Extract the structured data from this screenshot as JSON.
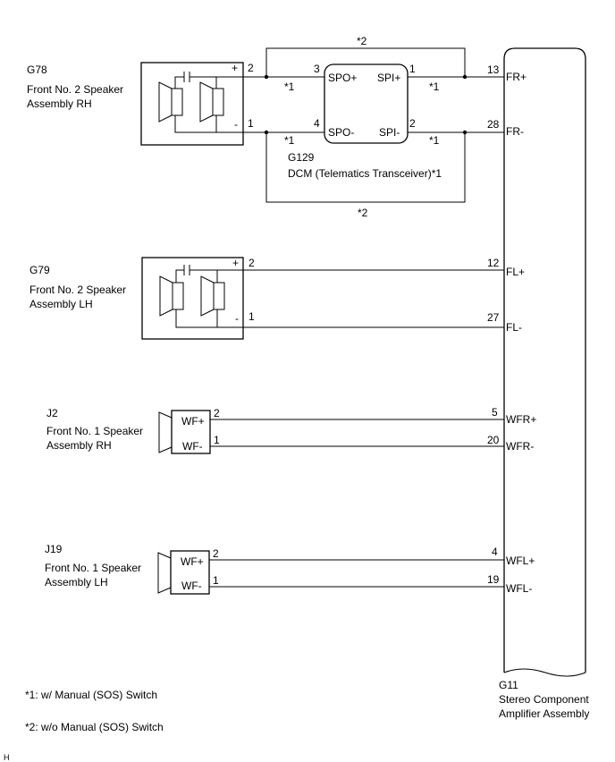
{
  "amplifier": {
    "code": "G11",
    "name_line1": "Stereo Component",
    "name_line2": "Amplifier Assembly",
    "terminals": [
      {
        "pin": "13",
        "signal": "FR+"
      },
      {
        "pin": "28",
        "signal": "FR-"
      },
      {
        "pin": "12",
        "signal": "FL+"
      },
      {
        "pin": "27",
        "signal": "FL-"
      },
      {
        "pin": "5",
        "signal": "WFR+"
      },
      {
        "pin": "20",
        "signal": "WFR-"
      },
      {
        "pin": "4",
        "signal": "WFL+"
      },
      {
        "pin": "19",
        "signal": "WFL-"
      }
    ]
  },
  "dcm": {
    "code": "G129",
    "name": "DCM (Telematics Transceiver)*1",
    "terminals": [
      {
        "pin": "3",
        "signal": "SPO+"
      },
      {
        "pin": "4",
        "signal": "SPO-"
      },
      {
        "pin": "1",
        "signal": "SPI+"
      },
      {
        "pin": "2",
        "signal": "SPI-"
      }
    ]
  },
  "speakers": [
    {
      "code": "G78",
      "name_line1": "Front No. 2 Speaker",
      "name_line2": "Assembly RH",
      "pin_pos": "2",
      "pin_neg": "1",
      "mark_pos": "+",
      "mark_neg": "-"
    },
    {
      "code": "G79",
      "name_line1": "Front No. 2 Speaker",
      "name_line2": "Assembly LH",
      "pin_pos": "2",
      "pin_neg": "1",
      "mark_pos": "+",
      "mark_neg": "-"
    },
    {
      "code": "J2",
      "name_line1": "Front No. 1 Speaker",
      "name_line2": "Assembly RH",
      "pin_pos": "2",
      "pin_neg": "1",
      "term_pos": "WF+",
      "term_neg": "WF-"
    },
    {
      "code": "J19",
      "name_line1": "Front No. 1 Speaker",
      "name_line2": "Assembly LH",
      "pin_pos": "2",
      "pin_neg": "1",
      "term_pos": "WF+",
      "term_neg": "WF-"
    }
  ],
  "wire_marks": {
    "star1": "*1",
    "star2": "*2"
  },
  "notes": [
    "*1: w/ Manual (SOS) Switch",
    "*2: w/o Manual (SOS) Switch"
  ],
  "corner_mark": "H"
}
